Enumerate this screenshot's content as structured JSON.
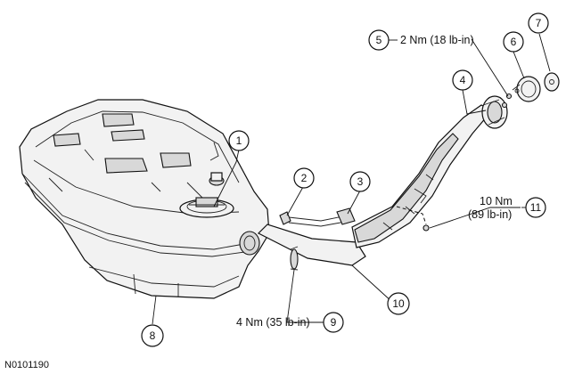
{
  "figure_id": "N0101190",
  "callouts": [
    {
      "num": "1"
    },
    {
      "num": "2"
    },
    {
      "num": "3"
    },
    {
      "num": "4"
    },
    {
      "num": "5",
      "torque": "2 Nm (18 lb-in)"
    },
    {
      "num": "6"
    },
    {
      "num": "7"
    },
    {
      "num": "8"
    },
    {
      "num": "9",
      "torque": "4 Nm (35 lb-in)"
    },
    {
      "num": "10"
    },
    {
      "num": "11",
      "torque_line1": "10 Nm",
      "torque_line2": "(89 lb-in)"
    }
  ]
}
